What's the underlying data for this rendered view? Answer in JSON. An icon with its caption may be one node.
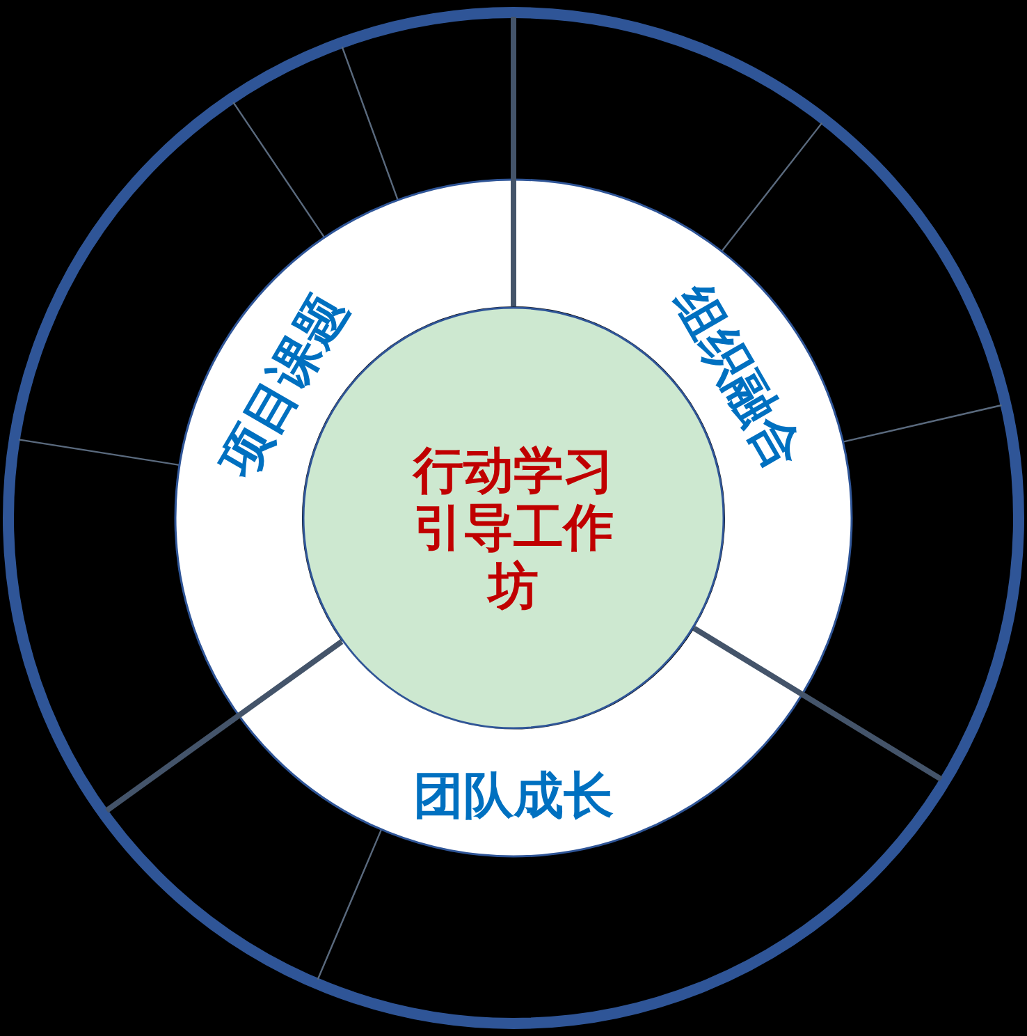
{
  "diagram": {
    "nodes": [
      {
        "text": [
          "行动学习引导工作坊"
        ]
      },
      {
        "text": [
          "项目课题"
        ]
      },
      {
        "text": [
          "组织融合"
        ]
      },
      {
        "text": [
          "团队成长"
        ]
      }
    ],
    "edges": []
  }
}
